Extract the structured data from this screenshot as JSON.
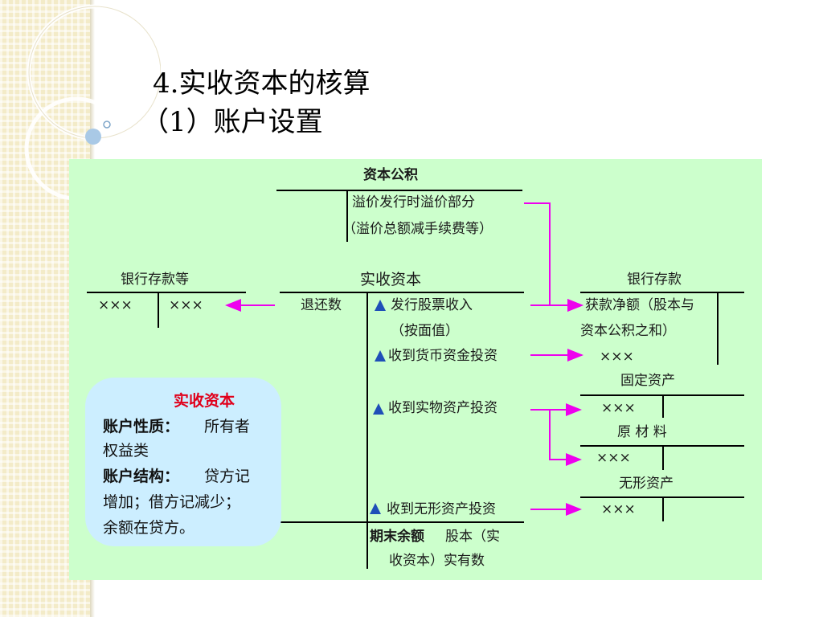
{
  "title": {
    "line1": "4.实收资本的核算",
    "line2": "（1）账户设置"
  },
  "accounts": {
    "capital_reserve": {
      "name": "资本公积",
      "credit_1": "溢价发行时溢价部分",
      "credit_2": "（溢价总额减手续费等）"
    },
    "bank_etc": {
      "name": "银行存款等",
      "debit": "×××",
      "credit": "×××"
    },
    "paid_in_capital": {
      "name": "实收资本",
      "debit_1": "退还数",
      "credit_1": "发行股票收入",
      "credit_1b": "（按面值）",
      "credit_2": "收到货币资金投资",
      "credit_3": "收到实物资产投资",
      "credit_4": "收到无形资产投资",
      "ending_label": "期末余额",
      "ending_1": "股本（实",
      "ending_2": "收资本）实有数"
    },
    "bank": {
      "name": "银行存款",
      "debit_1": "获款净额（股本与",
      "debit_2": "资本公积之和）",
      "debit_3": "×××"
    },
    "fixed_assets": {
      "name": "固定资产",
      "debit": "×××"
    },
    "raw_materials": {
      "name": "原 材 料",
      "debit": "×××"
    },
    "intangible_assets": {
      "name": "无形资产",
      "debit": "×××"
    }
  },
  "note": {
    "title": "实收资本",
    "nature_label": "账户性质：",
    "nature_1": "所有者",
    "nature_2": "权益类",
    "structure_label": "账户结构：",
    "structure_1": "贷方记",
    "structure_2": "增加；借方记减少；",
    "structure_3": "余额在贷方。"
  },
  "colors": {
    "panel_bg": "#ccffcc",
    "bubble_bg": "#cceeff",
    "arrow": "#ee00ee",
    "triangle": "#1f4fb8",
    "note_title": "#e0001b"
  }
}
